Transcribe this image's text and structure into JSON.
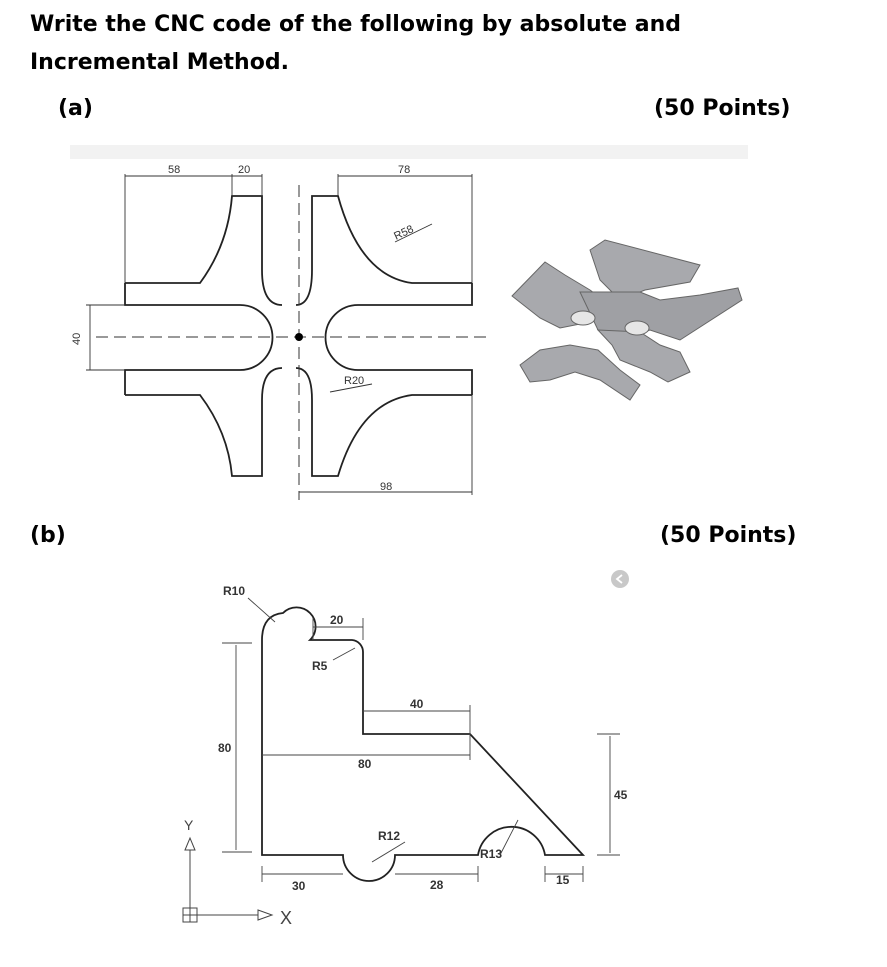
{
  "question": {
    "line1": "Write the CNC code of the following by absolute and",
    "line2": "Incremental Method."
  },
  "part_a": {
    "label": "(a)",
    "points": "(50 Points)",
    "dimensions": {
      "top_left": "58",
      "top_mid": "20",
      "top_right": "78",
      "radius_large": "R58",
      "left_height": "40",
      "radius_small": "R20",
      "bottom": "98"
    }
  },
  "part_b": {
    "label": "(b)",
    "points": "(50 Points)",
    "dimensions": {
      "r10": "R10",
      "w20": "20",
      "r5": "R5",
      "w40": "40",
      "h80": "80",
      "w80": "80",
      "h45": "45",
      "r12": "R12",
      "r13": "R13",
      "w30": "30",
      "w28": "28",
      "w15": "15"
    },
    "axes": {
      "y": "Y",
      "x": "X"
    }
  },
  "colors": {
    "part_fill": "#a8a9ad",
    "line": "#222222",
    "back_icon": "#c8c8c8"
  },
  "icons": {
    "back": "chevron-left-icon"
  }
}
